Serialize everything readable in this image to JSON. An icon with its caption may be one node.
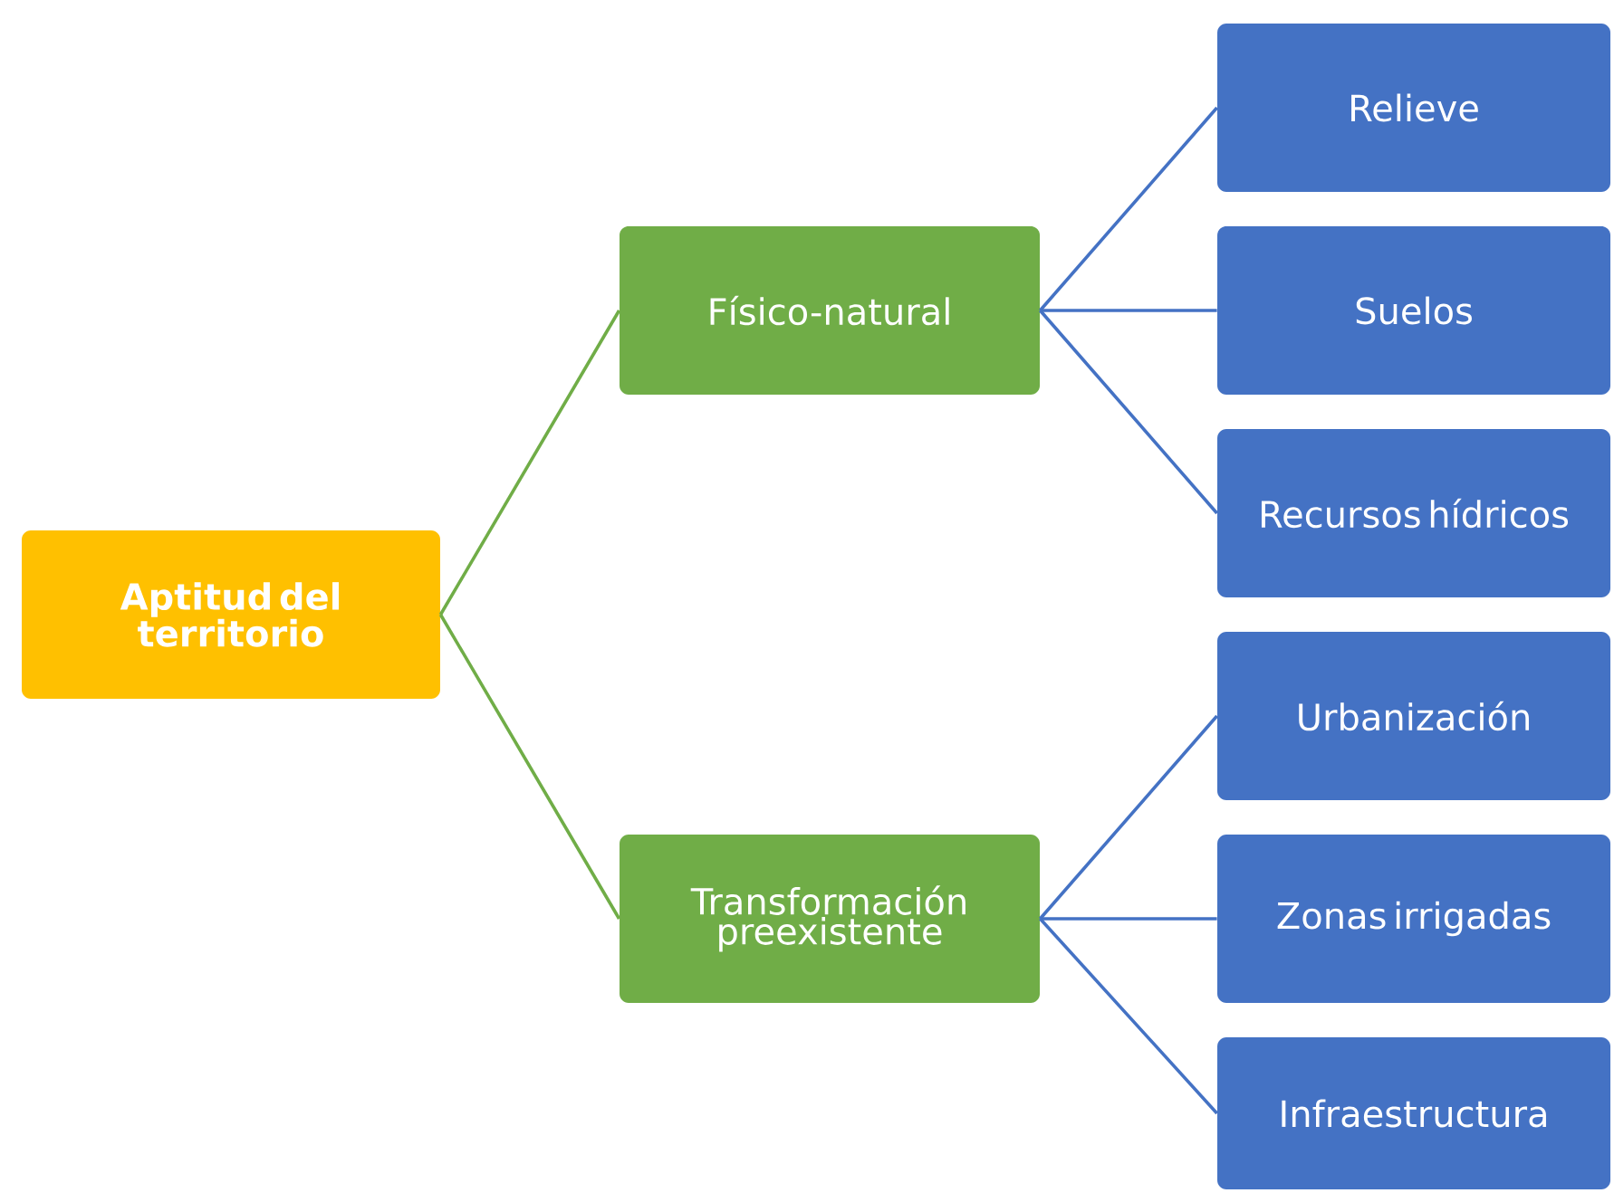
{
  "diagram": {
    "nodes": [
      {
        "text": [
          "Aptitud del territorio"
        ]
      },
      {
        "text": [
          "Físico-natural"
        ]
      },
      {
        "text": [
          "Transformación preexistente"
        ]
      },
      {
        "text": [
          "Relieve"
        ]
      },
      {
        "text": [
          "Suelos"
        ]
      },
      {
        "text": [
          "Recursos hídricos"
        ]
      },
      {
        "text": [
          "Urbanización"
        ]
      },
      {
        "text": [
          "Zonas irrigadas"
        ]
      },
      {
        "text": [
          "Infraestructura"
        ]
      }
    ],
    "edges": [
      {
        "from": 0,
        "to": 1,
        "arrow": "none",
        "color": "#70ad47"
      },
      {
        "from": 0,
        "to": 2,
        "arrow": "none",
        "color": "#70ad47"
      },
      {
        "from": 1,
        "to": 3,
        "arrow": "none"
      },
      {
        "from": 1,
        "to": 4,
        "arrow": "none"
      },
      {
        "from": 1,
        "to": 5,
        "arrow": "none"
      },
      {
        "from": 2,
        "to": 6,
        "arrow": "none"
      },
      {
        "from": 2,
        "to": 7,
        "arrow": "none"
      },
      {
        "from": 2,
        "to": 8,
        "arrow": "none"
      }
    ]
  }
}
